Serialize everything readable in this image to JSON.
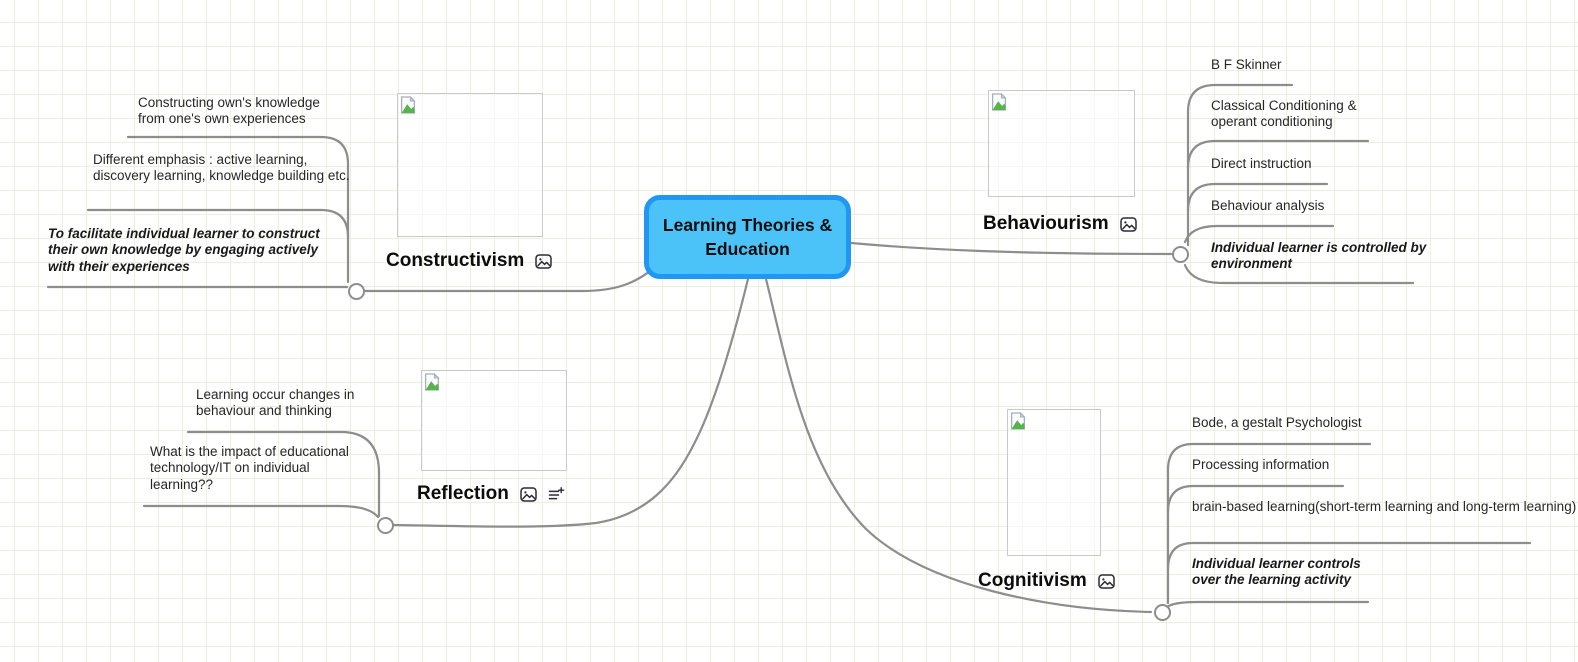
{
  "colors": {
    "root_fill": "#4cc3f8",
    "root_border": "#2097f3",
    "connector": "#8d8d8d",
    "grid_line": "#ecefdd",
    "text": "#262626"
  },
  "root": {
    "label": "Learning Theories & Education"
  },
  "branches": [
    {
      "label": "Constructivism",
      "icons": [
        "image-icon"
      ],
      "children": [
        {
          "text": "Constructing own's knowledge from one's own experiences",
          "style": "normal"
        },
        {
          "text": "Different emphasis : active learning, discovery learning, knowledge building etc.",
          "style": "normal"
        },
        {
          "text": "To facilitate individual learner to construct their own knowledge by engaging actively with their experiences",
          "style": "bold-italic"
        }
      ]
    },
    {
      "label": "Behaviourism",
      "icons": [
        "image-icon"
      ],
      "children": [
        {
          "text": "B F Skinner",
          "style": "normal"
        },
        {
          "text": "Classical Conditioning & operant conditioning",
          "style": "normal"
        },
        {
          "text": "Direct instruction",
          "style": "normal"
        },
        {
          "text": "Behaviour analysis",
          "style": "normal"
        },
        {
          "text": "Individual learner is controlled by environment",
          "style": "bold-italic"
        }
      ]
    },
    {
      "label": "Reflection",
      "icons": [
        "image-icon",
        "notes-add-icon"
      ],
      "children": [
        {
          "text": "Learning occur changes in behaviour and thinking",
          "style": "normal"
        },
        {
          "text": "What is the impact of educational technology/IT on individual learning??",
          "style": "normal"
        }
      ]
    },
    {
      "label": "Cognitivism",
      "icons": [
        "image-icon"
      ],
      "children": [
        {
          "text": "Bode, a gestalt Psychologist",
          "style": "normal"
        },
        {
          "text": "Processing information",
          "style": "normal"
        },
        {
          "text": "brain-based learning(short-term learning and long-term learning)",
          "style": "normal"
        },
        {
          "text": "Individual learner controls over the learning activity",
          "style": "bold-italic"
        }
      ]
    }
  ]
}
